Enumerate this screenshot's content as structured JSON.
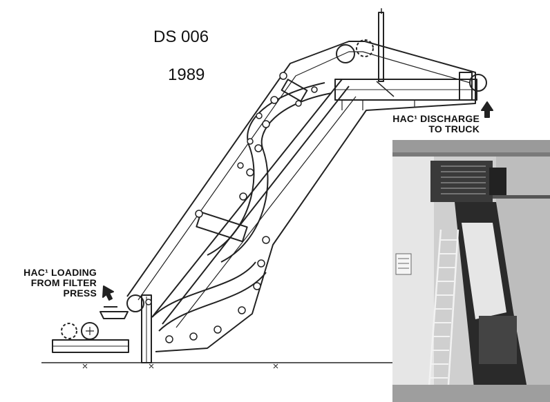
{
  "document": {
    "code": "DS 006",
    "year": "1989"
  },
  "labels": {
    "loading": [
      "HAC¹ LOADING",
      "FROM FILTER",
      "PRESS"
    ],
    "discharge": [
      "HAC¹ DISCHARGE",
      "TO TRUCK"
    ]
  },
  "colors": {
    "ink": "#222222",
    "photo_dark": "#2a2a2a",
    "photo_light": "#e6e6e6"
  }
}
